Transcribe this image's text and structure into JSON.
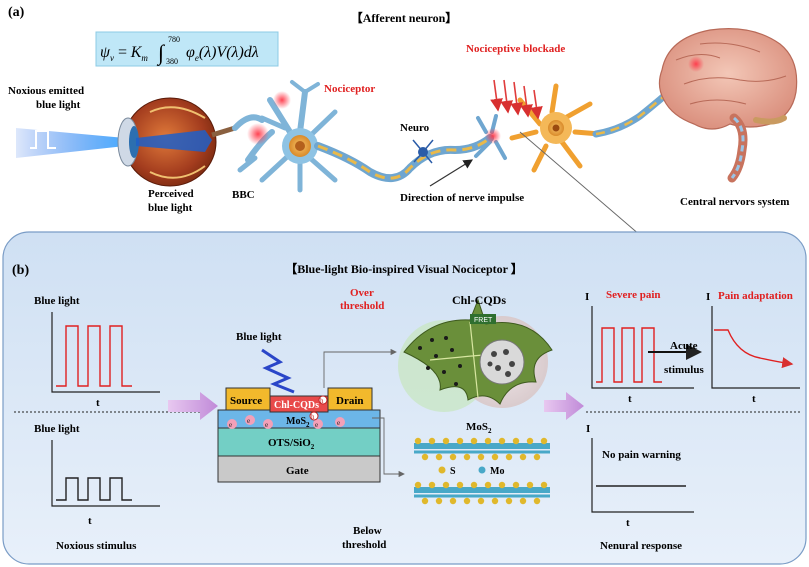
{
  "panel_a": {
    "label": "(a)",
    "title": "【Afferent neuron】",
    "formula": {
      "lhs": "ψ",
      "lhs_sub": "v",
      "eq": "=",
      "k": "K",
      "k_sub": "m",
      "int_upper": "780",
      "int_lower": "380",
      "integrand": "φ",
      "integrand_sub": "e",
      "rest": "(λ)V(λ)dλ"
    },
    "noxious_light_line1": "Noxious emitted",
    "noxious_light_line2": "blue light",
    "perceived_line1": "Perceived",
    "perceived_line2": "blue light",
    "bbc": "BBC",
    "nociceptor": "Nociceptor",
    "neuro": "Neuro",
    "nociceptive_blockade": "Nociceptive blockade",
    "direction": "Direction of nerve impulse",
    "cns": "Central nervors system"
  },
  "panel_b": {
    "label": "(b)",
    "title": "【Blue-light Bio-inspired Visual Nociceptor 】",
    "blue_light_top": "Blue light",
    "blue_light_bottom": "Blue light",
    "t_top": "t",
    "t_bottom": "t",
    "noxious_stimulus": "Noxious stimulus",
    "device": {
      "blue_light": "Blue light",
      "source": "Source",
      "drain": "Drain",
      "chl_cqds": "Chl-CQDs",
      "mos2": "MoS",
      "mos2_sub": "2",
      "ots": "OTS/SiO",
      "ots_sub": "2",
      "gate": "Gate",
      "electron": "e",
      "hole": "h"
    },
    "over_threshold_line1": "Over",
    "over_threshold_line2": "threshold",
    "below_threshold_line1": "Below",
    "below_threshold_line2": "threshold",
    "chl_cqds_label": "Chl-CQDs",
    "fret": "FRET",
    "mos2_label": "MoS",
    "mos2_label_sub": "2",
    "legend_s": "S",
    "legend_mo": "Mo",
    "response": {
      "axis_i": "I",
      "severe_pain": "Severe pain",
      "pain_adaptation": "Pain adaptation",
      "acute_line1": "Acute",
      "acute_line2": "stimulus",
      "t": "t",
      "no_pain": "No pain warning",
      "neural_response": "Nenural response"
    }
  },
  "colors": {
    "red": "#e02020",
    "panel_bg": "#dbe7f5",
    "panel_border": "#7a9cc6",
    "source_drain": "#f2b92c",
    "mos2_layer": "#6cb6e8",
    "ots_layer": "#6ad0c8",
    "gate_layer": "#c9c9c9"
  }
}
